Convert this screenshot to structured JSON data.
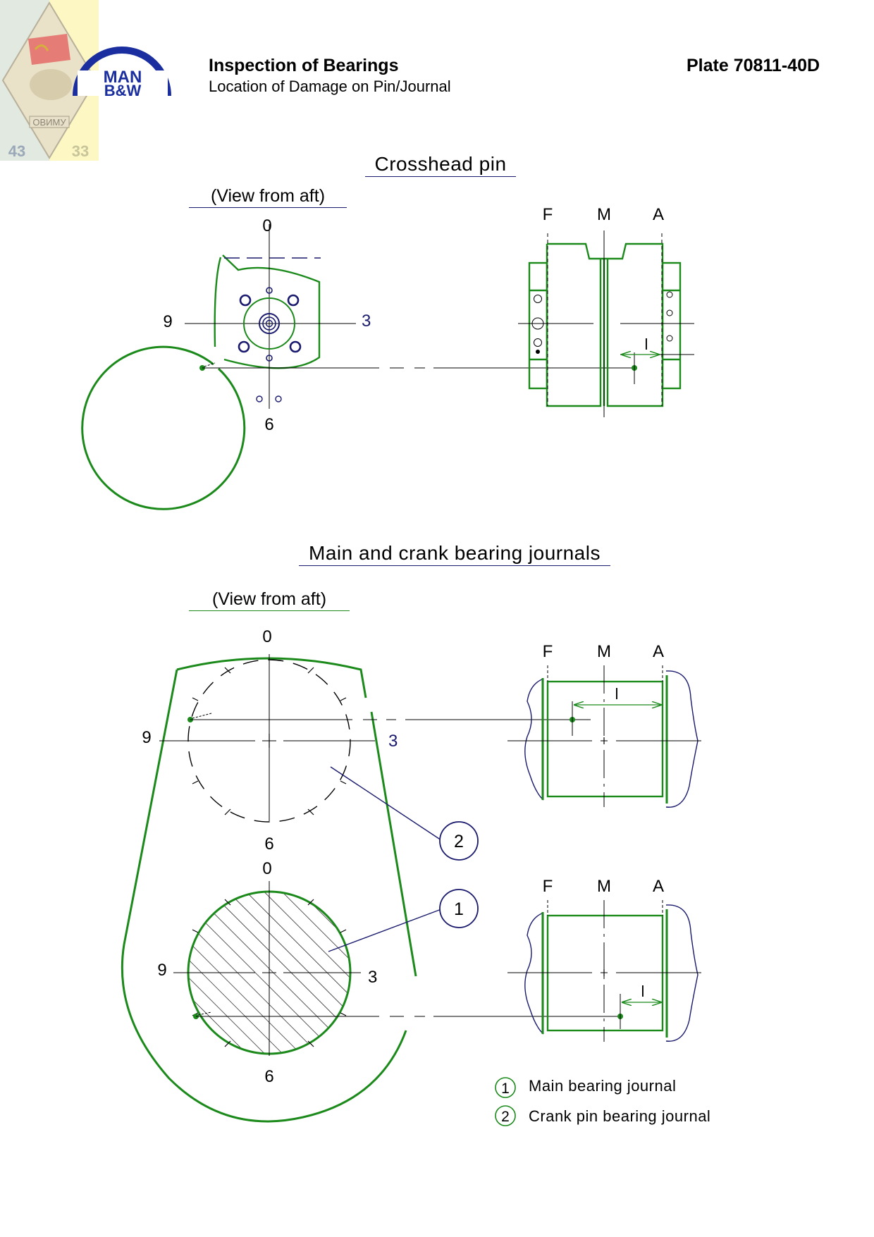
{
  "header": {
    "logo_text_1": "MAN",
    "logo_text_2": "B&W",
    "stamp_text": "ОВИМУ",
    "stamp_num_left": "43",
    "stamp_num_right": "33",
    "title": "Inspection of Bearings",
    "subtitle": "Location of Damage on Pin/Journal",
    "plate": "Plate 70811-40D"
  },
  "crosshead": {
    "heading": "Crosshead pin",
    "view_label": "(View from aft)",
    "clock": {
      "top": "0",
      "right": "3",
      "bottom": "6",
      "left": "9"
    },
    "side_labels": {
      "f": "F",
      "m": "M",
      "a": "A"
    },
    "dim_label": "l"
  },
  "journals": {
    "heading": "Main and crank bearing journals",
    "view_label": "(View from aft)",
    "upper_clock": {
      "top": "0",
      "right": "3",
      "bottom": "6",
      "left": "9"
    },
    "lower_clock": {
      "top": "0",
      "right": "3",
      "bottom": "6",
      "left": "9"
    },
    "upper_side_labels": {
      "f": "F",
      "m": "M",
      "a": "A"
    },
    "lower_side_labels": {
      "f": "F",
      "m": "M",
      "a": "A"
    },
    "dim_label": "l",
    "callout_1": "1",
    "callout_2": "2"
  },
  "legend": [
    {
      "num": "1",
      "text": "Main bearing journal"
    },
    {
      "num": "2",
      "text": "Crank pin bearing journal"
    }
  ],
  "colors": {
    "green": "#1b8a1b",
    "navy": "#1a1a6e",
    "blue_logo": "#1a2ea0"
  }
}
